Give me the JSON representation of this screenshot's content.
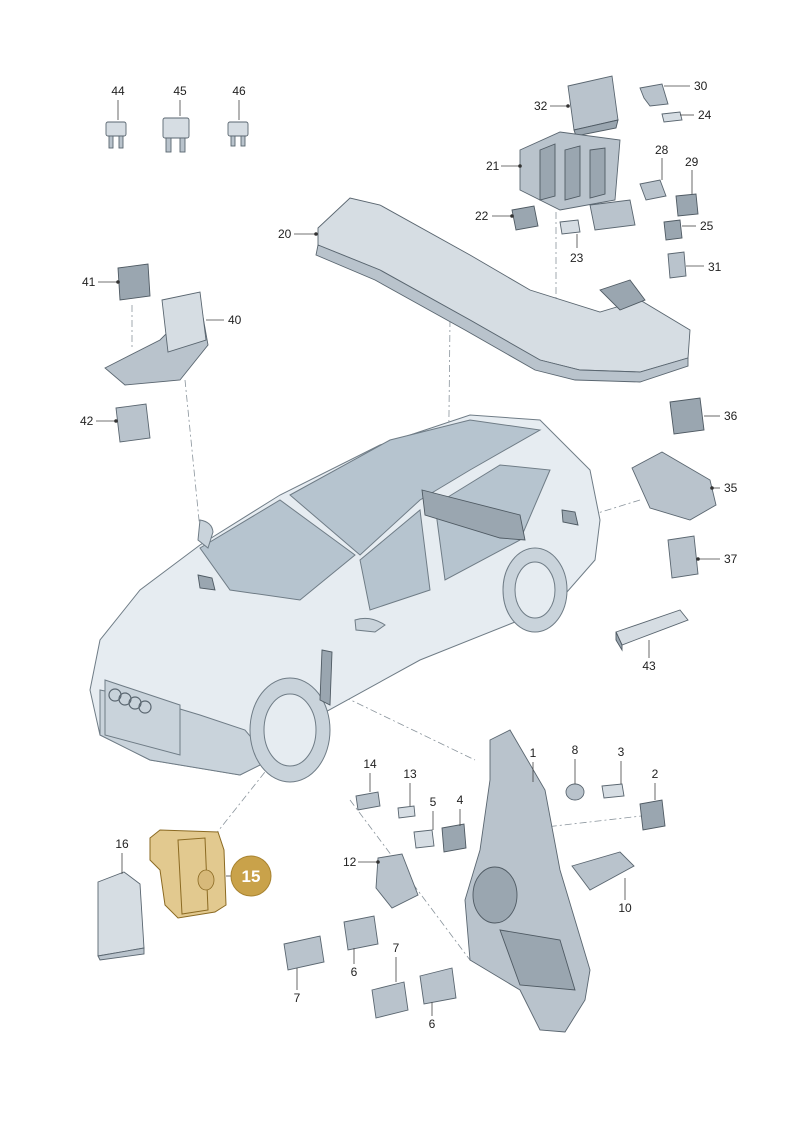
{
  "callouts": [
    {
      "id": "c44",
      "label": "44"
    },
    {
      "id": "c45",
      "label": "45"
    },
    {
      "id": "c46",
      "label": "46"
    },
    {
      "id": "c30",
      "label": "30"
    },
    {
      "id": "c32",
      "label": "32"
    },
    {
      "id": "c24",
      "label": "24"
    },
    {
      "id": "c21",
      "label": "21"
    },
    {
      "id": "c28",
      "label": "28"
    },
    {
      "id": "c29",
      "label": "29"
    },
    {
      "id": "c22",
      "label": "22"
    },
    {
      "id": "c25",
      "label": "25"
    },
    {
      "id": "c20",
      "label": "20"
    },
    {
      "id": "c23",
      "label": "23"
    },
    {
      "id": "c31",
      "label": "31"
    },
    {
      "id": "c41",
      "label": "41"
    },
    {
      "id": "c40",
      "label": "40"
    },
    {
      "id": "c42",
      "label": "42"
    },
    {
      "id": "c36",
      "label": "36"
    },
    {
      "id": "c35",
      "label": "35"
    },
    {
      "id": "c37",
      "label": "37"
    },
    {
      "id": "c43",
      "label": "43"
    },
    {
      "id": "c1",
      "label": "1"
    },
    {
      "id": "c8",
      "label": "8"
    },
    {
      "id": "c3",
      "label": "3"
    },
    {
      "id": "c2",
      "label": "2"
    },
    {
      "id": "c14",
      "label": "14"
    },
    {
      "id": "c13",
      "label": "13"
    },
    {
      "id": "c5",
      "label": "5"
    },
    {
      "id": "c4",
      "label": "4"
    },
    {
      "id": "c16",
      "label": "16"
    },
    {
      "id": "c12",
      "label": "12"
    },
    {
      "id": "c10",
      "label": "10"
    },
    {
      "id": "c7a",
      "label": "7"
    },
    {
      "id": "c6a",
      "label": "6"
    },
    {
      "id": "c7b",
      "label": "7"
    },
    {
      "id": "c6b",
      "label": "6"
    }
  ],
  "highlight": {
    "label": "15",
    "color": "#c9a24a"
  }
}
